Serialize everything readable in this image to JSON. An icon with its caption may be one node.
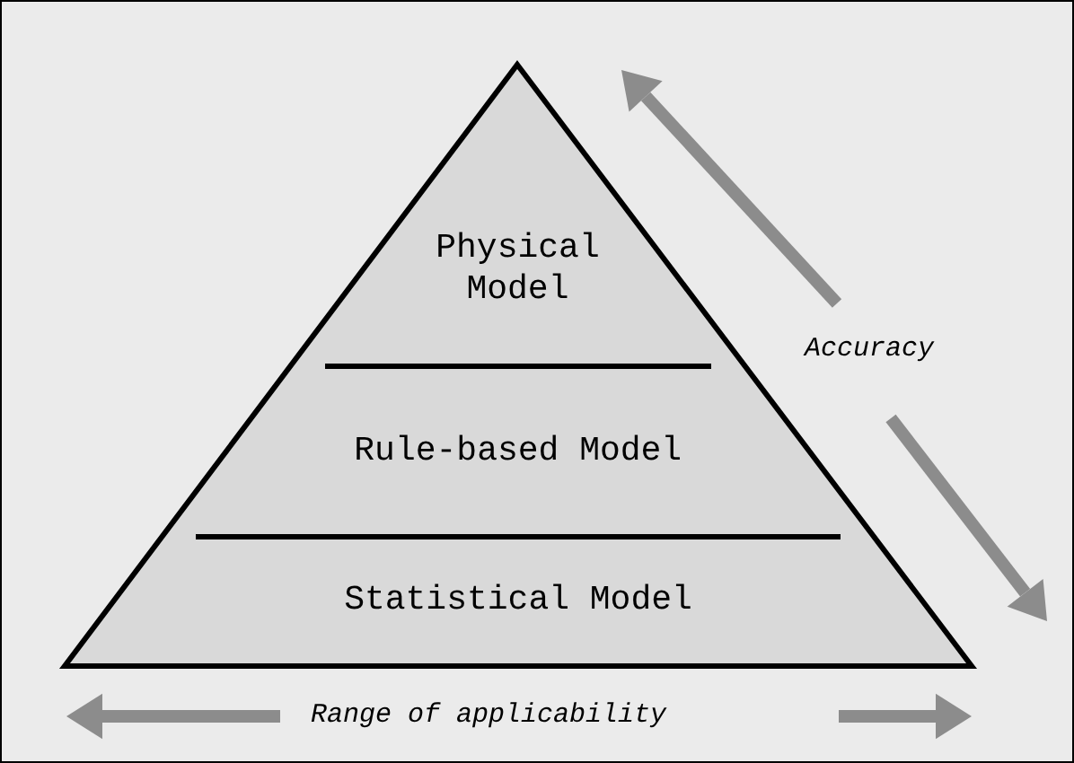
{
  "diagram": {
    "nodes": [
      {
        "text": [
          "Physical Model"
        ]
      },
      {
        "text": [
          "Rule-based Model"
        ]
      },
      {
        "text": [
          "Statistical Model"
        ]
      }
    ],
    "labels": [
      "Accuracy",
      "Range of applicability"
    ]
  }
}
